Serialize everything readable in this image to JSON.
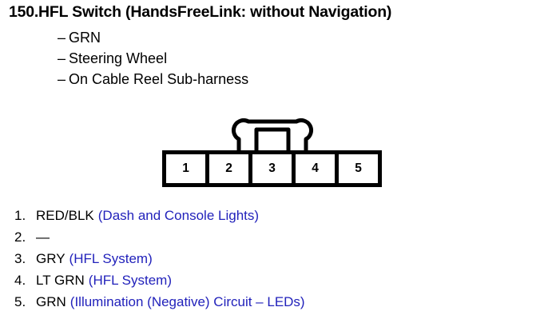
{
  "page": {
    "background_color": "#ffffff",
    "text_color": "#000000",
    "accent_color": "#2222bb"
  },
  "header": {
    "number": "150.",
    "title": "HFL Switch (HandsFreeLink: without Navigation)",
    "bullets": [
      {
        "dash": "–",
        "label": "GRN"
      },
      {
        "dash": "–",
        "label": "Steering Wheel"
      },
      {
        "dash": "–",
        "label": "On Cable Reel Sub-harness"
      }
    ]
  },
  "connector": {
    "name": "5-pin-connector",
    "pin_count": 5,
    "locking_tab": "top-center-t-tab",
    "pins": [
      {
        "number": "1"
      },
      {
        "number": "2"
      },
      {
        "number": "3"
      },
      {
        "number": "4"
      },
      {
        "number": "5"
      }
    ]
  },
  "legend": {
    "rows": [
      {
        "number": "1.",
        "wire": "RED/BLK",
        "description": "(Dash and Console Lights)"
      },
      {
        "number": "2.",
        "wire": "—",
        "description": ""
      },
      {
        "number": "3.",
        "wire": "GRY",
        "description": "(HFL System)"
      },
      {
        "number": "4.",
        "wire": "LT GRN",
        "description": "(HFL System)"
      },
      {
        "number": "5.",
        "wire": "GRN",
        "description": "(Illumination (Negative) Circuit – LEDs)"
      }
    ]
  }
}
